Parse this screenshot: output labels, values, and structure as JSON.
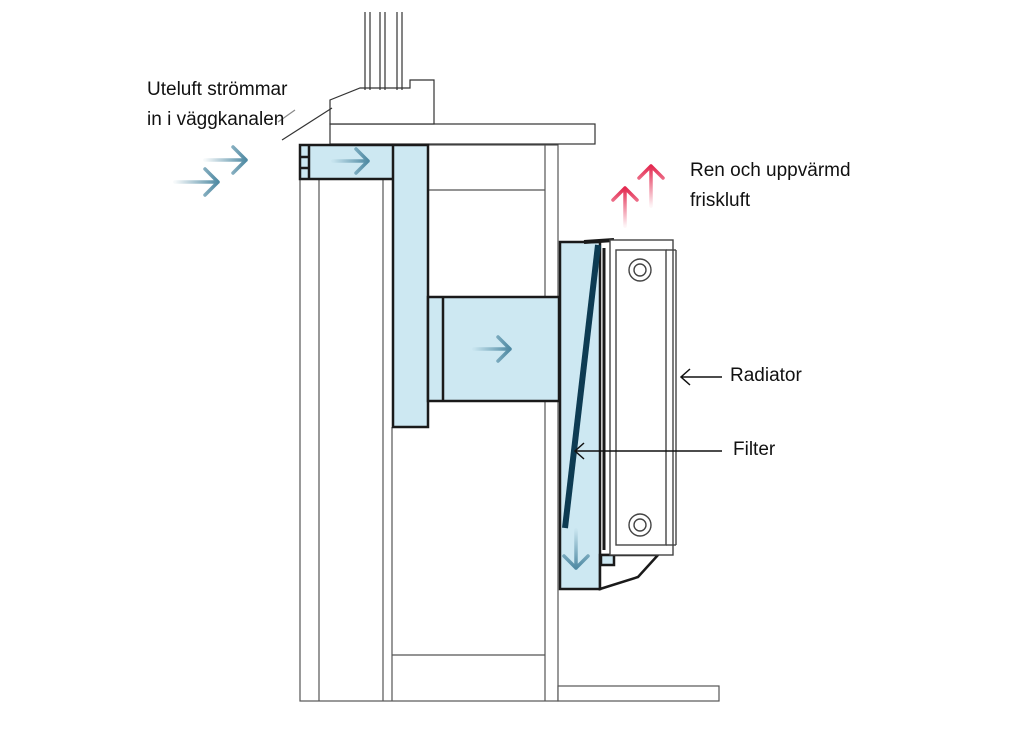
{
  "labels": {
    "outdoor_air": [
      "Uteluft strömmar",
      "in i väggkanalen"
    ],
    "clean_air": [
      "Ren och uppvärmd",
      "friskluft"
    ],
    "radiator": "Radiator",
    "filter": "Filter"
  },
  "colors": {
    "duct_fill": "#cde8f2",
    "outline": "#1a1a1a",
    "filter_panel": "#0d3b52",
    "airflow_arrow": "#4f8aa3",
    "warm_arrow": "#e3284f",
    "wall_line": "#555555"
  },
  "icons": {
    "airflow": "arrow-right-icon",
    "warm_air": "arrow-up-icon",
    "drain": "arrow-down-icon"
  }
}
